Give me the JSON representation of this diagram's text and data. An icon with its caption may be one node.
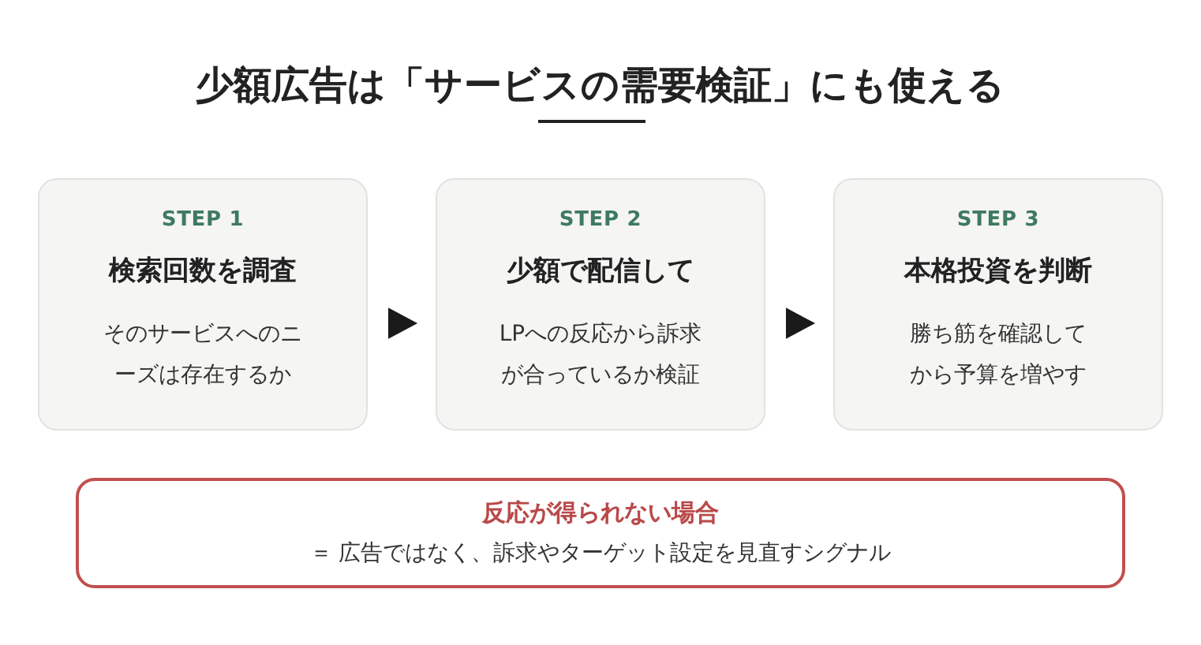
{
  "diagram": {
    "title": "少額広告は「サービスの需要検証」にも使える",
    "nodes": [
      {
        "text": [
          "STEP 1",
          "検索回数を調査",
          "そのサービスへのニーズは存在するか"
        ]
      },
      {
        "text": [
          "STEP 2",
          "少額で配信して",
          "LPへの反応から訴求が合っているか検証"
        ]
      },
      {
        "text": [
          "STEP 3",
          "本格投資を判断",
          "勝ち筋を確認してから予算を増やす"
        ]
      },
      {
        "text": [
          "反応が得られない場合",
          "＝ 広告ではなく、訴求やターゲット設定を見直すシグナル"
        ]
      }
    ],
    "edges": [
      {
        "from": 0,
        "to": 1,
        "arrow": "to"
      },
      {
        "from": 1,
        "to": 2,
        "arrow": "to"
      }
    ]
  }
}
